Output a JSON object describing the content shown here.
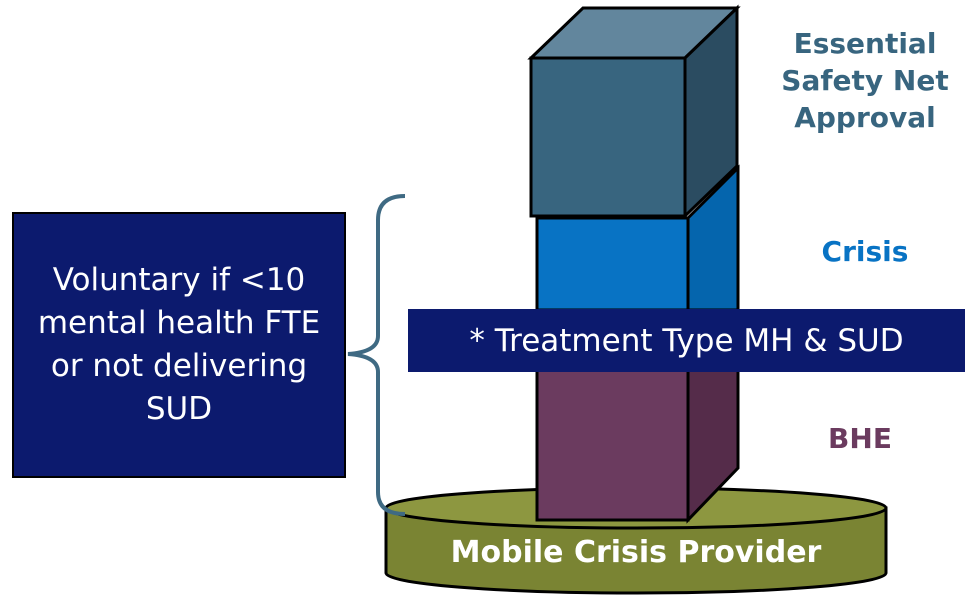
{
  "colors": {
    "navy": "#0c1a6e",
    "essential_front": "#38657f",
    "essential_top": "#62869d",
    "essential_side": "#2b4c61",
    "crisis_front": "#0873c4",
    "crisis_side": "#0565ad",
    "bhe_front": "#6b3b5f",
    "bhe_side": "#552c4a",
    "base": "#7a8433",
    "base_top": "#8d9740",
    "bracket": "#3f6a83",
    "essential_label": "#38657f",
    "crisis_label": "#0873c4",
    "bhe_label": "#6b3b5f"
  },
  "labels": {
    "essential": "Essential Safety Net Approval",
    "crisis": "Crisis",
    "bhe": "BHE"
  },
  "left_box": {
    "text": "Voluntary if <10 mental health FTE or not delivering SUD"
  },
  "banner": {
    "text": "* Treatment Type MH & SUD"
  },
  "base": {
    "text": "Mobile Crisis Provider"
  }
}
